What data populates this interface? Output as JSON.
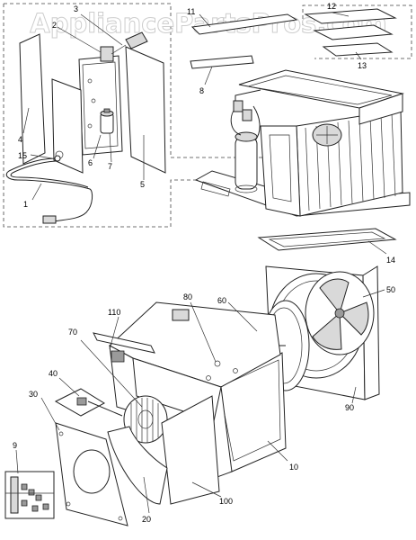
{
  "watermark": "AppliancePartsPros.com",
  "part_labels": {
    "p1": "1",
    "p2": "2",
    "p3": "3",
    "p4": "4",
    "p5": "5",
    "p6": "6",
    "p7": "7",
    "p8": "8",
    "p9": "9",
    "p10": "10",
    "p11": "11",
    "p12": "12",
    "p13": "13",
    "p14": "14",
    "p15": "15",
    "p20": "20",
    "p30": "30",
    "p40": "40",
    "p50": "50",
    "p60": "60",
    "p70": "70",
    "p80": "80",
    "p90": "90",
    "p100": "100",
    "p110": "110"
  }
}
